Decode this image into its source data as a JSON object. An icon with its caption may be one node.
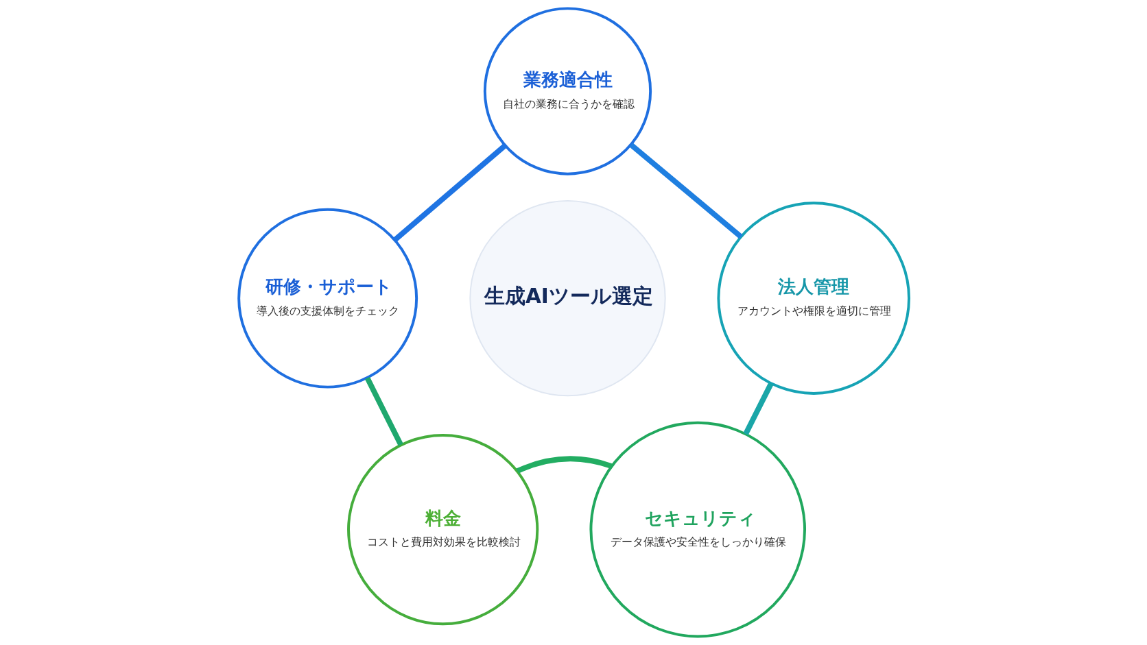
{
  "diagram": {
    "nodes": [
      {
        "text": [
          "業務適合性",
          "自社の業務に合うかを確認"
        ]
      },
      {
        "text": [
          "研修・サポート",
          "導入後の支援体制をチェック"
        ]
      },
      {
        "text": [
          "生成AIツール選定"
        ]
      },
      {
        "text": [
          "法人管理",
          "アカウントや権限を適切に管理"
        ]
      },
      {
        "text": [
          "料金",
          "コストと費用対効果を比較検討"
        ]
      },
      {
        "text": [
          "セキュリティ",
          "データ保護や安全性をしっかり確保"
        ]
      }
    ],
    "edges": [
      {
        "from": 0,
        "to": 3,
        "arrow": "none",
        "color": "#1f7fe0"
      },
      {
        "from": 3,
        "to": 5,
        "arrow": "none",
        "color": "#1aa6a8"
      },
      {
        "from": 4,
        "to": 5,
        "arrow": "none",
        "color": "#22ad62"
      },
      {
        "from": 1,
        "to": 4,
        "arrow": "none",
        "color": "#1fa86e"
      },
      {
        "from": 0,
        "to": 1,
        "arrow": "none",
        "color": "#1f74e3"
      }
    ]
  }
}
